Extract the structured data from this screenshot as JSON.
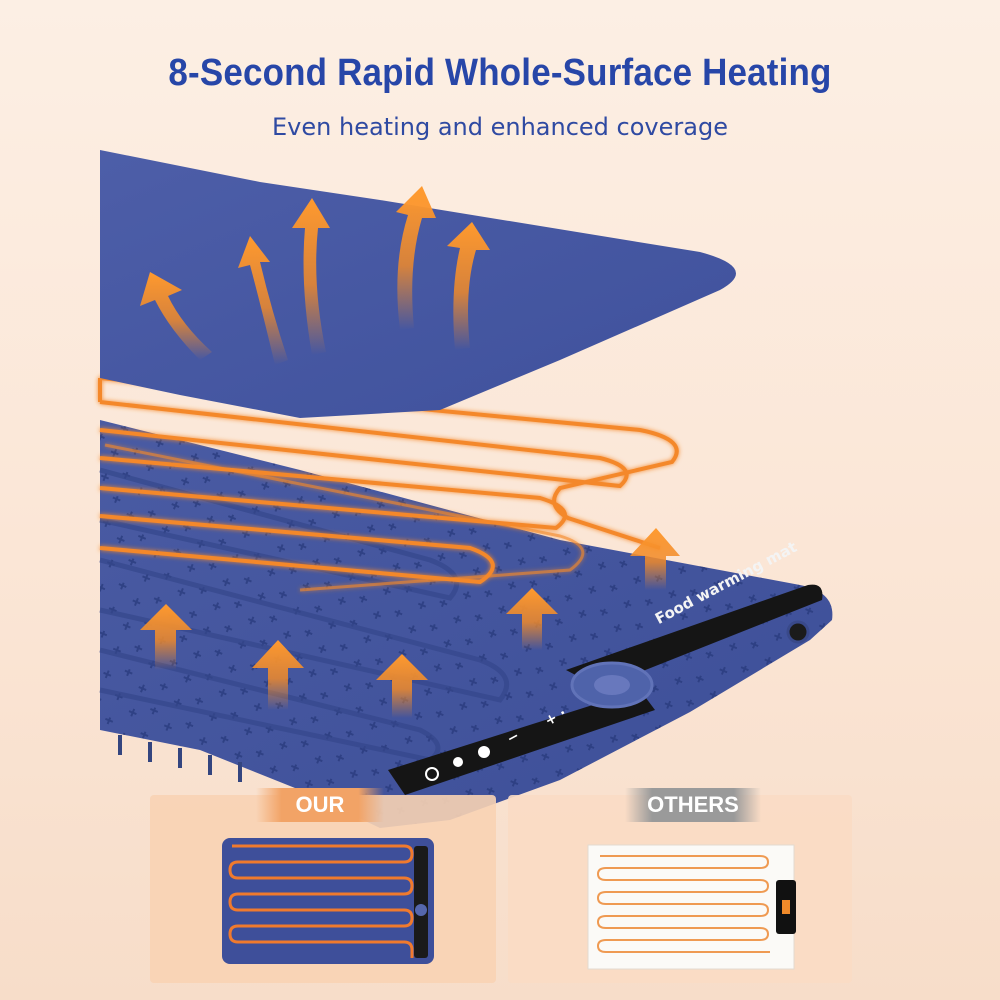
{
  "header": {
    "title": "8-Second Rapid Whole-Surface Heating",
    "subtitle": "Even heating and enhanced coverage"
  },
  "product": {
    "mat_label": "Food warming mat",
    "buttons": [
      "+",
      "−",
      "",
      "",
      ""
    ]
  },
  "comparison": {
    "ours_label": "OUR",
    "others_label": "OTHERS"
  },
  "colors": {
    "title": "#2746a8",
    "mat_blue": "#4a5ca6",
    "heating_orange": "#f08a2a",
    "background": "#fbefe4"
  },
  "icons": [
    "heat-arrow-icon",
    "power-icon",
    "timer-icon",
    "plus-icon",
    "minus-icon",
    "dc-port-icon"
  ]
}
